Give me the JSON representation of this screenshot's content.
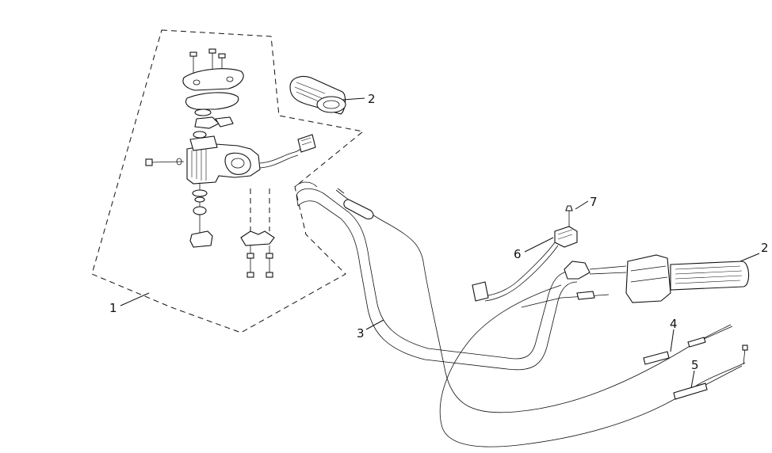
{
  "callouts": [
    {
      "id": "1",
      "label": "1"
    },
    {
      "id": "2",
      "label": "2"
    },
    {
      "id": "2b",
      "label": "2"
    },
    {
      "id": "3",
      "label": "3"
    },
    {
      "id": "4",
      "label": "4"
    },
    {
      "id": "5",
      "label": "5"
    },
    {
      "id": "6",
      "label": "6"
    },
    {
      "id": "7",
      "label": "7"
    }
  ],
  "colors": {
    "line": "#111111",
    "background": "#ffffff"
  }
}
